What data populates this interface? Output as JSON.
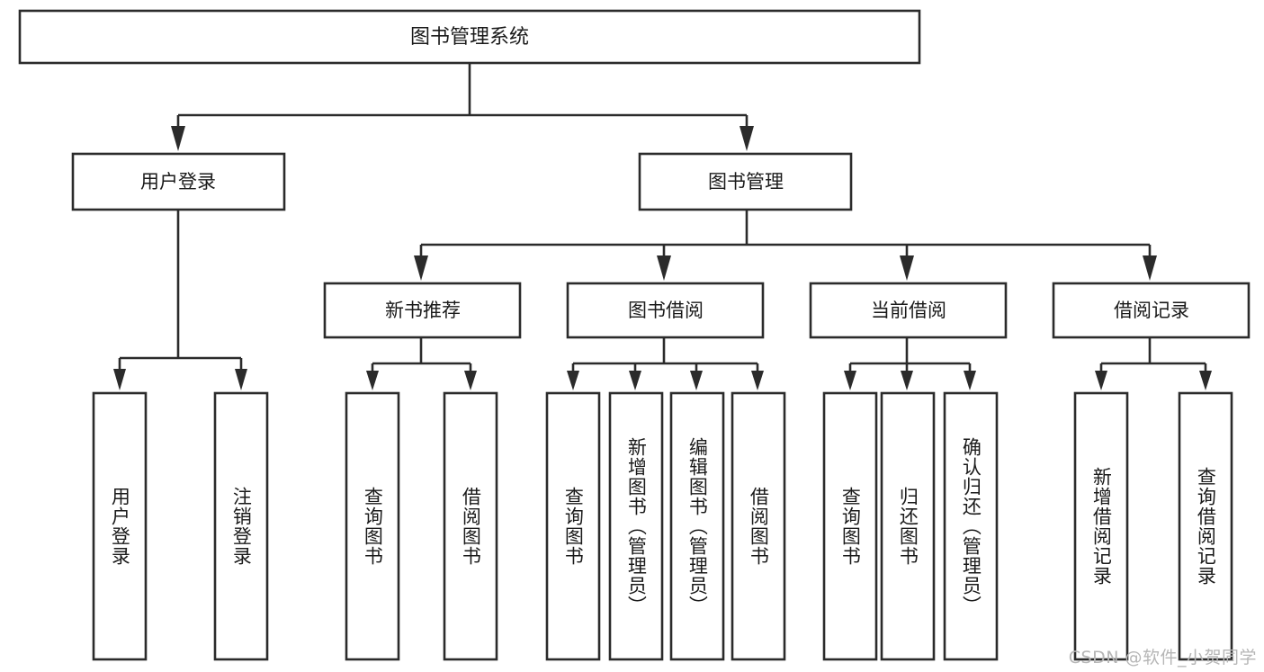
{
  "diagram": {
    "type": "tree-hierarchy",
    "title": "图书管理系统",
    "watermark": "CSDN @软件_小贺同学",
    "nodes": {
      "root": {
        "label": "图书管理系统"
      },
      "level2": [
        {
          "id": "user-login",
          "label": "用户登录"
        },
        {
          "id": "book-manage",
          "label": "图书管理"
        }
      ],
      "level3": [
        {
          "id": "new-book-recommend",
          "label": "新书推荐",
          "parent": "book-manage"
        },
        {
          "id": "book-borrow",
          "label": "图书借阅",
          "parent": "book-manage"
        },
        {
          "id": "current-borrow",
          "label": "当前借阅",
          "parent": "book-manage"
        },
        {
          "id": "borrow-record",
          "label": "借阅记录",
          "parent": "book-manage"
        }
      ],
      "leaves": [
        {
          "id": "leaf-user-login",
          "label": "用户登录",
          "parent": "user-login"
        },
        {
          "id": "leaf-user-logout",
          "label": "注销登录",
          "parent": "user-login"
        },
        {
          "id": "leaf-query-book-1",
          "label": "查询图书",
          "parent": "new-book-recommend"
        },
        {
          "id": "leaf-borrow-book-1",
          "label": "借阅图书",
          "parent": "new-book-recommend"
        },
        {
          "id": "leaf-query-book-2",
          "label": "查询图书",
          "parent": "book-borrow"
        },
        {
          "id": "leaf-add-book",
          "label": "新增图书（管理员）",
          "parent": "book-borrow"
        },
        {
          "id": "leaf-edit-book",
          "label": "编辑图书（管理员）",
          "parent": "book-borrow"
        },
        {
          "id": "leaf-borrow-book-2",
          "label": "借阅图书",
          "parent": "book-borrow"
        },
        {
          "id": "leaf-query-book-3",
          "label": "查询图书",
          "parent": "current-borrow"
        },
        {
          "id": "leaf-return-book",
          "label": "归还图书",
          "parent": "current-borrow"
        },
        {
          "id": "leaf-confirm-return",
          "label": "确认归还（管理员）",
          "parent": "current-borrow"
        },
        {
          "id": "leaf-add-record",
          "label": "新增借阅记录",
          "parent": "borrow-record"
        },
        {
          "id": "leaf-query-record",
          "label": "查询借阅记录",
          "parent": "borrow-record"
        }
      ]
    },
    "colors": {
      "stroke": "#2b2b2b",
      "fill": "#ffffff",
      "text": "#1a1a1a",
      "watermark": "#b6b6b6"
    }
  }
}
